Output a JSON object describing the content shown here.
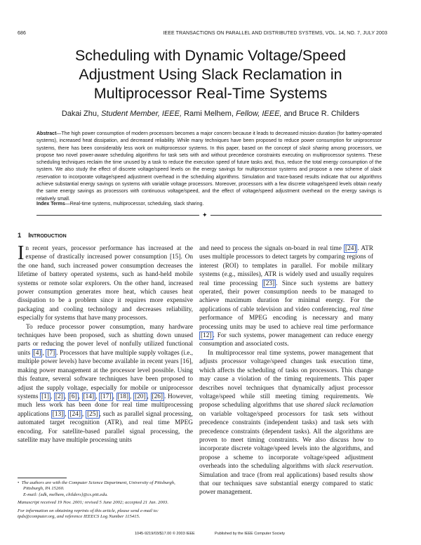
{
  "header": {
    "page_number": "686",
    "journal": "IEEE TRANSACTIONS ON PARALLEL AND DISTRIBUTED SYSTEMS,   VOL. 14,   NO. 7,   JULY 2003"
  },
  "title": {
    "line1": "Scheduling with Dynamic Voltage/Speed",
    "line2": "Adjustment Using Slack Reclamation in",
    "line3": "Multiprocessor Real-Time Systems"
  },
  "authors": {
    "a1": "Dakai Zhu,",
    "a1_role": "Student Member, IEEE,",
    "a2": "Rami Melhem,",
    "a2_role": "Fellow, IEEE,",
    "a3": "and Bruce R. Childers"
  },
  "abstract": {
    "label": "Abstract",
    "text_a": "—The high power consumption of modern processors becomes a major concern because it leads to decreased mission duration (for battery-operated systems), increased heat dissipation, and decreased reliability. While many techniques have been proposed to reduce power consumption for uniprocessor systems, there has been considerably less work on multiprocessor systems. In this paper, based on the concept of ",
    "em1": "slack sharing",
    "text_b": " among processors, we propose two novel power-aware scheduling algorithms for task sets with and without precedence constraints executing on multiprocessor systems. These scheduling techniques reclaim the time unused by a task to reduce the execution speed of future tasks and, thus, reduce the total energy consumption of the system. We also study the effect of discrete voltage/speed levels on the energy savings for multiprocessor systems and propose a new scheme of ",
    "em2": "slack reservation",
    "text_c": " to incorporate voltage/speed adjustment overhead in the scheduling algorithms. Simulation and trace-based results indicate that our algorithms achieve substantial energy savings on systems with variable voltage processors. Moreover, processors with a few discrete voltage/speed levels obtain nearly the same energy savings as processors with continuous voltage/speed, and the effect of voltage/speed adjustment overhead on the energy savings is relatively small."
  },
  "index_terms": {
    "label": "Index Terms",
    "text": "—Real-time systems, multiprocessor, scheduling, slack sharing."
  },
  "divider_symbol": "✦",
  "section": {
    "number": "1",
    "title": "Introduction"
  },
  "left_column": {
    "dropcap": "I",
    "p1": "n recent years, processor performance has increased at the expense of drastically increased power consumption [15]. On the one hand, such increased power consumption decreases the lifetime of battery operated systems, such as hand-held mobile systems or remote solar explorers. On the other hand, increased power consumption generates more heat, which causes heat dissipation to be a problem since it requires more expensive packaging and cooling technology and decreases reliability, especially for systems that have many processors.",
    "p2_a": "To reduce processor power consumption, many hardware techniques have been proposed, such as shutting down unused parts or reducing the power level of nonfully utilized functional units ",
    "c4": "[4]",
    "c7": "[7]",
    "p2_b": ". Processors that have multiple supply voltages (i.e., multiple power levels) have become available in recent years [16], making power management at the processor level possible. Using this feature, several software techniques have been proposed to adjust the supply voltage, especially for mobile or uniprocessor systems ",
    "c1": "[1]",
    "c2": "[2]",
    "c6": "[6]",
    "c14": "[14]",
    "c17": "[17]",
    "c18": "[18]",
    "c20": "[20]",
    "c26": "[26]",
    "p2_c": ". However, much less work has been done for real time multiprocessing applications ",
    "c13": "[13]",
    "c24a": "[24]",
    "c25": "[25]",
    "p2_d": ", such as parallel signal processing, automated target recognition (ATR), and real time MPEG encoding. For satellite-based parallel signal processing, the satellite may have multiple processing units"
  },
  "right_column": {
    "p1_a": "and need to process the signals on-board in real time ",
    "c24b": "[24]",
    "p1_b": ". ATR uses multiple processors to detect targets by comparing regions of interest (ROI) to templates in parallel. For mobile military systems (e.g., missiles), ATR is widely used and usually requires real time processing ",
    "c23": "[23]",
    "p1_c": ". Since such systems are battery operated, their power consumption needs to be managed to achieve maximum duration for minimal energy. For the applications of cable television and video conferencing, ",
    "em_rt": "real time",
    "p1_d": " performance of MPEG encoding is necessary and many processing units may be used to achieve real time performance ",
    "c12": "[12]",
    "p1_e": ". For such systems, power management can reduce energy consumption and associated costs.",
    "p2_a": "In multiprocessor real time systems, power management that adjusts processor voltage/speed changes task execution time, which affects the scheduling of tasks on processors. This change may cause a violation of the timing requirements. This paper describes novel techniques that dynamically adjust processor voltage/speed while still meeting timing requirements. We propose scheduling algorithms that use ",
    "em_ss": "shared slack reclamation",
    "p2_b": " on variable voltage/speed processors for task sets without precedence constraints (independent tasks) and task sets with precedence constraints (dependent tasks). All the algorithms are proven to meet timing constraints. We also discuss how to incorporate discrete voltage/speed levels into the algorithms, and propose a scheme to incorporate voltage/speed adjustment overheads into the scheduling algorithms with ",
    "em_sr": "slack reservation",
    "p2_c": ". Simulation and trace (from real applications) based results show that our techniques save substantial energy compared to static power management."
  },
  "footnotes": {
    "bullet": "•",
    "f1a": "The authors are with the Computer Science Department, University of Pittsburgh, Pittsburgh, PA 15260.",
    "f1b": "E-mail: {zdk, melhem, childers}@cs.pitt.edu.",
    "f2": "Manuscript received 19 Nov. 2001; revised 5 June 2002; accepted 21 Jan. 2003.",
    "f3": "For information on obtaining reprints of this article, please send e-mail to: tpds@computer.org, and reference IEEECS Log Number 115415."
  },
  "bottom": {
    "issn": "1045-9219/03/$17.00 © 2003 IEEE",
    "publisher": "Published by the IEEE Computer Society"
  }
}
